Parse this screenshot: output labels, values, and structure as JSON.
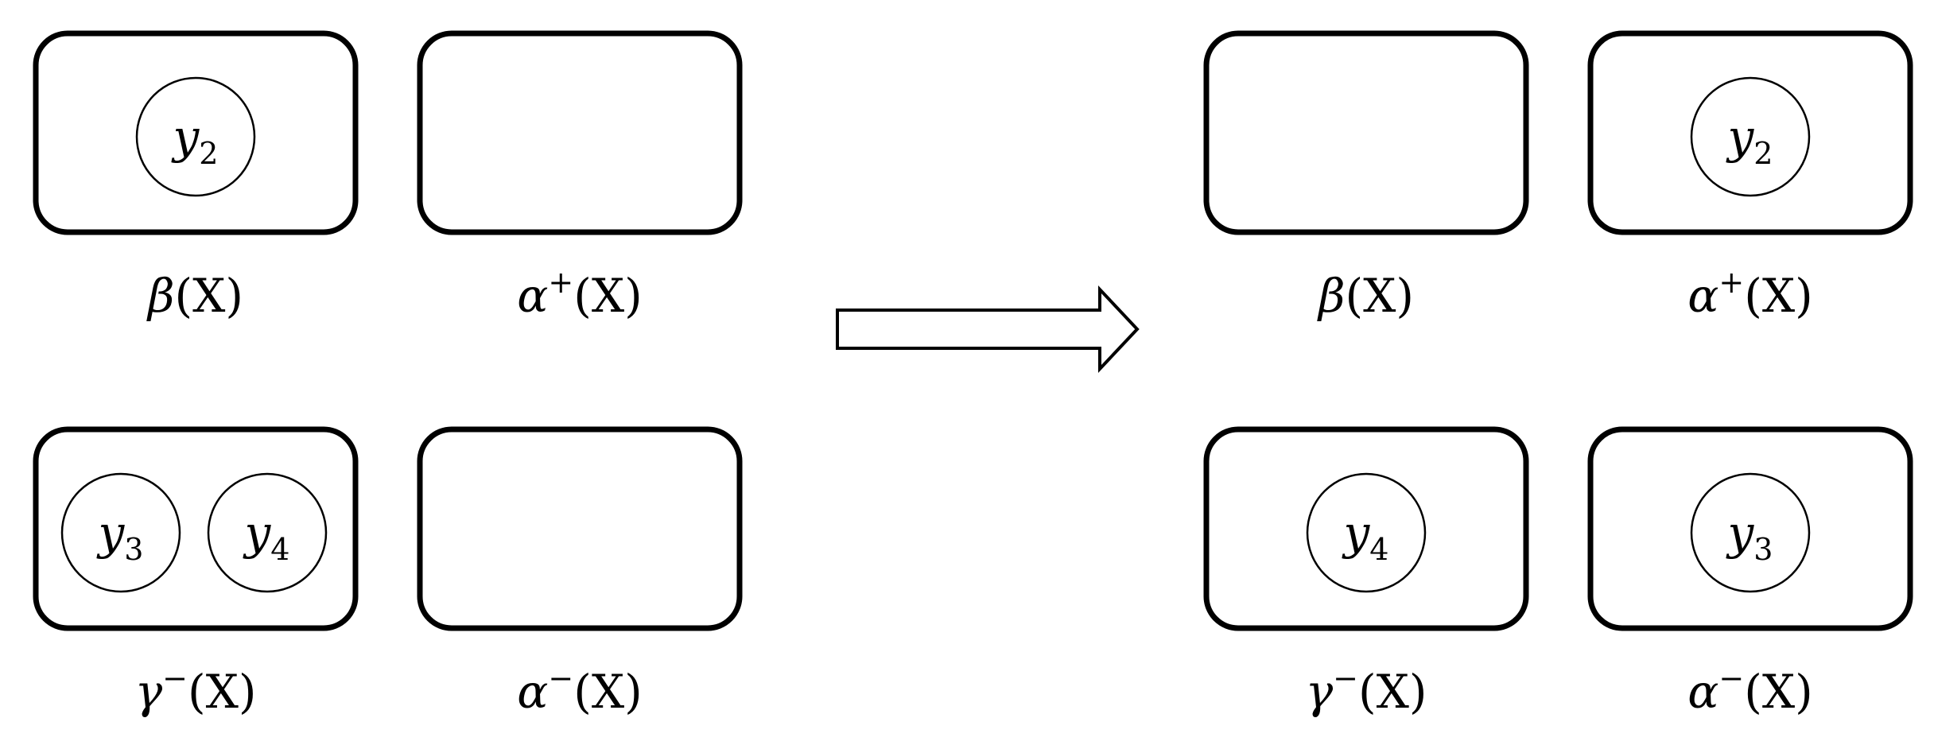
{
  "panels": {
    "before": {
      "beta": {
        "greek": "β",
        "sup": "",
        "arg": "(X)",
        "nodes": [
          {
            "var": "y",
            "sub": "2"
          }
        ]
      },
      "alpha_plus": {
        "greek": "α",
        "sup": "+",
        "arg": "(X)",
        "nodes": []
      },
      "gamma_minus": {
        "greek": "γ",
        "sup": "−",
        "arg": "(X)",
        "nodes": [
          {
            "var": "y",
            "sub": "3"
          },
          {
            "var": "y",
            "sub": "4"
          }
        ]
      },
      "alpha_minus": {
        "greek": "α",
        "sup": "−",
        "arg": "(X)",
        "nodes": []
      }
    },
    "after": {
      "beta": {
        "greek": "β",
        "sup": "",
        "arg": "(X)",
        "nodes": []
      },
      "alpha_plus": {
        "greek": "α",
        "sup": "+",
        "arg": "(X)",
        "nodes": [
          {
            "var": "y",
            "sub": "2"
          }
        ]
      },
      "gamma_minus": {
        "greek": "γ",
        "sup": "−",
        "arg": "(X)",
        "nodes": [
          {
            "var": "y",
            "sub": "4"
          }
        ]
      },
      "alpha_minus": {
        "greek": "α",
        "sup": "−",
        "arg": "(X)",
        "nodes": [
          {
            "var": "y",
            "sub": "3"
          }
        ]
      }
    }
  },
  "transition_arrow": {
    "direction": "right",
    "shape": "block-arrow-outline"
  }
}
